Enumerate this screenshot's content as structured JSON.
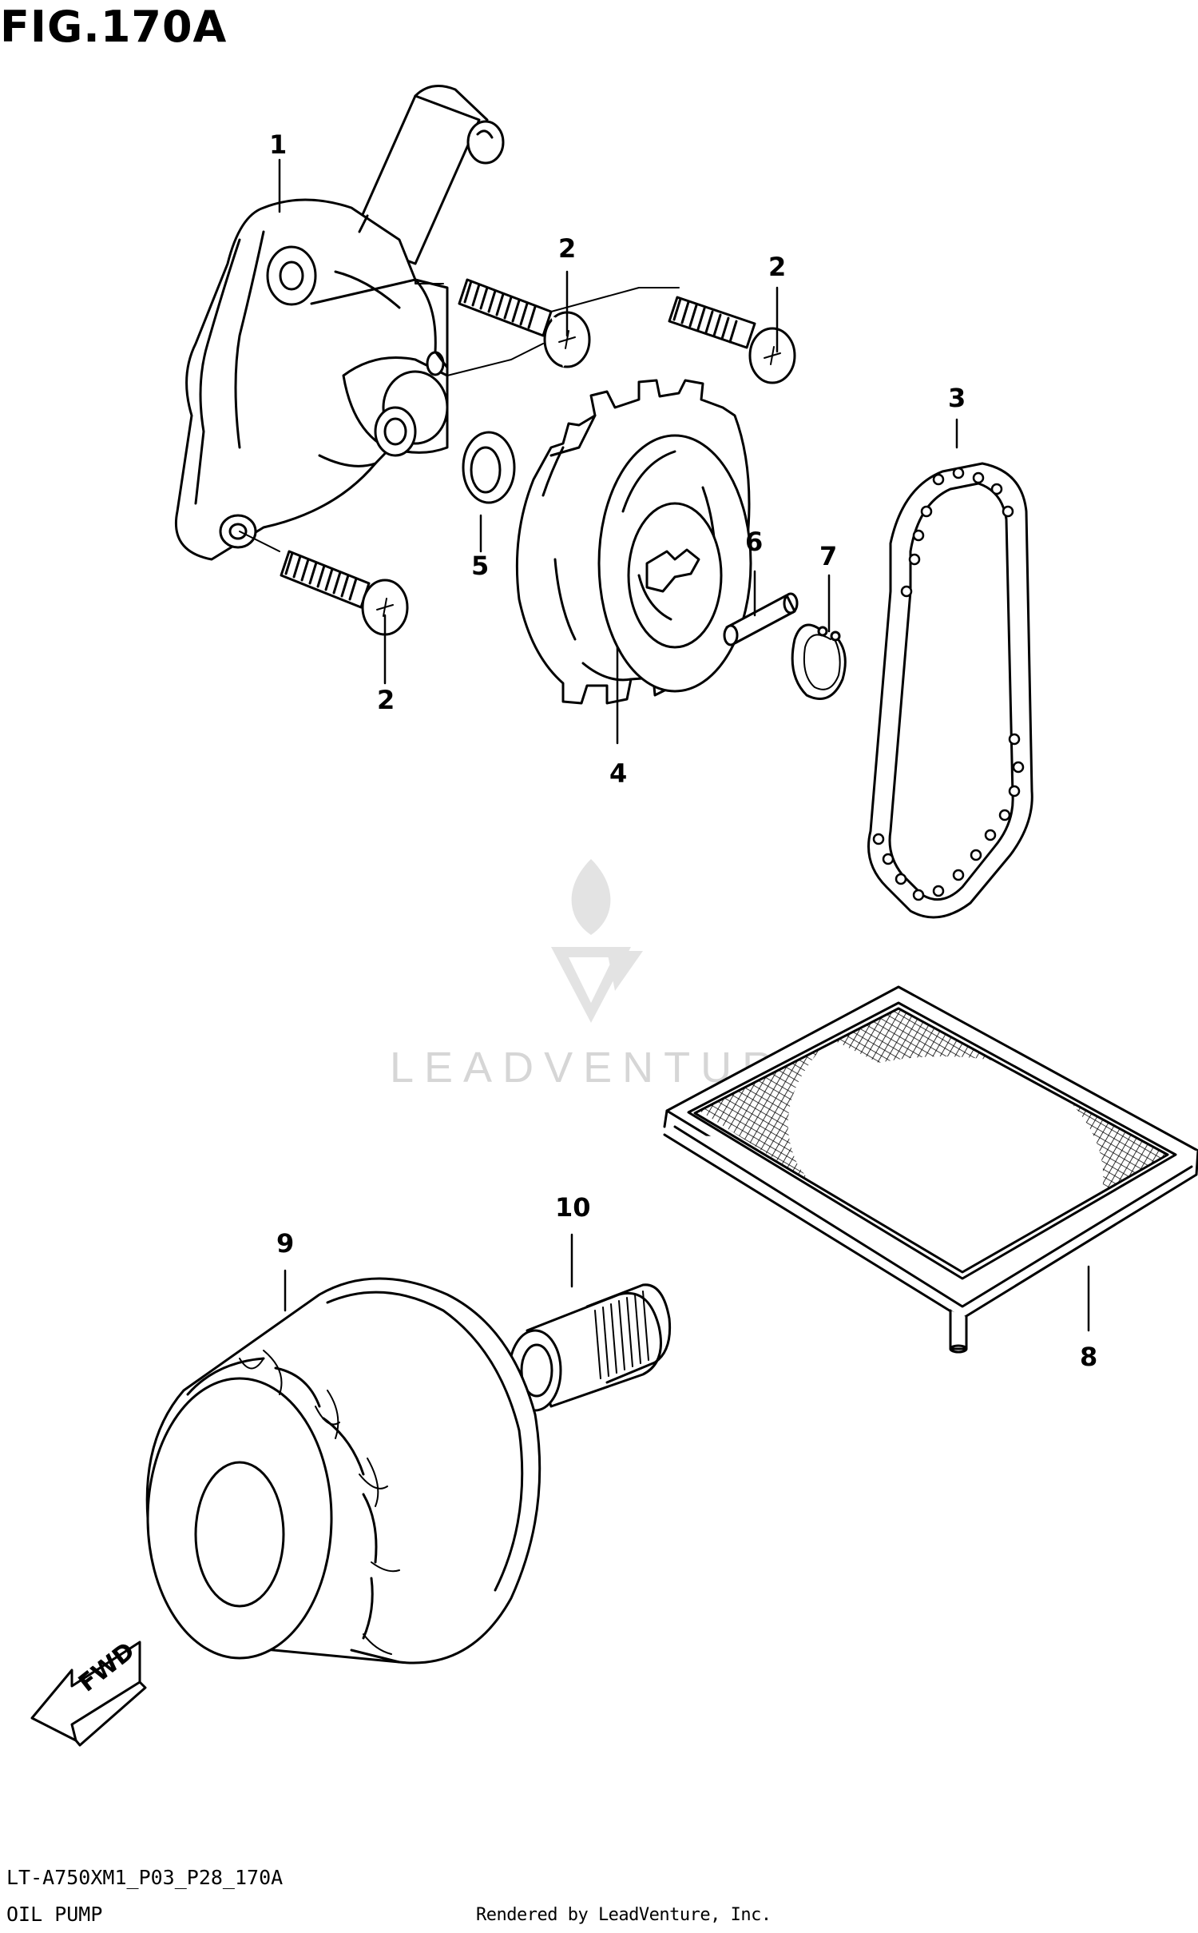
{
  "figure": {
    "title": "FIG.170A",
    "code": "LT-A750XM1_P03_P28_170A",
    "name": "OIL PUMP"
  },
  "credit": "Rendered by LeadVenture, Inc.",
  "watermark": {
    "text": "LEADVENTURE"
  },
  "direction_marker": {
    "label": "FWD"
  },
  "callouts": [
    {
      "id": "c1",
      "label": "1"
    },
    {
      "id": "c2a",
      "label": "2"
    },
    {
      "id": "c2b",
      "label": "2"
    },
    {
      "id": "c2c",
      "label": "2"
    },
    {
      "id": "c3",
      "label": "3"
    },
    {
      "id": "c4",
      "label": "4"
    },
    {
      "id": "c5",
      "label": "5"
    },
    {
      "id": "c6",
      "label": "6"
    },
    {
      "id": "c7",
      "label": "7"
    },
    {
      "id": "c8",
      "label": "8"
    },
    {
      "id": "c9",
      "label": "9"
    },
    {
      "id": "c10",
      "label": "10"
    }
  ]
}
